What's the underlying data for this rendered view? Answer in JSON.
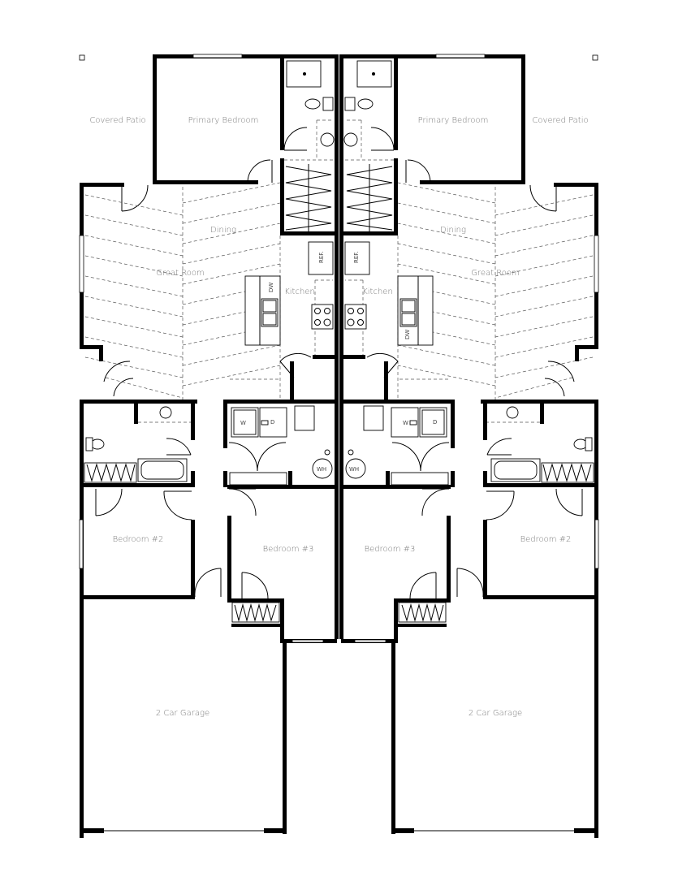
{
  "plan": {
    "type": "duplex floor plan",
    "units": [
      {
        "side": "left",
        "rooms": {
          "covered_patio": "Covered Patio",
          "primary_bedroom": "Primary Bedroom",
          "dining": "Dining",
          "great_room": "Great Room",
          "kitchen": "Kitchen",
          "bedroom_2": "Bedroom #2",
          "bedroom_3": "Bedroom #3",
          "garage": "2 Car Garage"
        },
        "fixtures": {
          "refrigerator": "REF.",
          "dishwasher": "DW",
          "washer": "W",
          "dryer": "D",
          "water_heater": "WH"
        }
      },
      {
        "side": "right",
        "rooms": {
          "covered_patio": "Covered Patio",
          "primary_bedroom": "Primary Bedroom",
          "dining": "Dining",
          "great_room": "Great Room",
          "kitchen": "Kitchen",
          "bedroom_2": "Bedroom #2",
          "bedroom_3": "Bedroom #3",
          "garage": "2 Car Garage"
        },
        "fixtures": {
          "refrigerator": "REF.",
          "dishwasher": "DW",
          "washer": "W",
          "dryer": "D",
          "water_heater": "WH"
        }
      }
    ],
    "colors": {
      "wall": "#000000",
      "label": "#777777",
      "background": "#ffffff"
    }
  }
}
